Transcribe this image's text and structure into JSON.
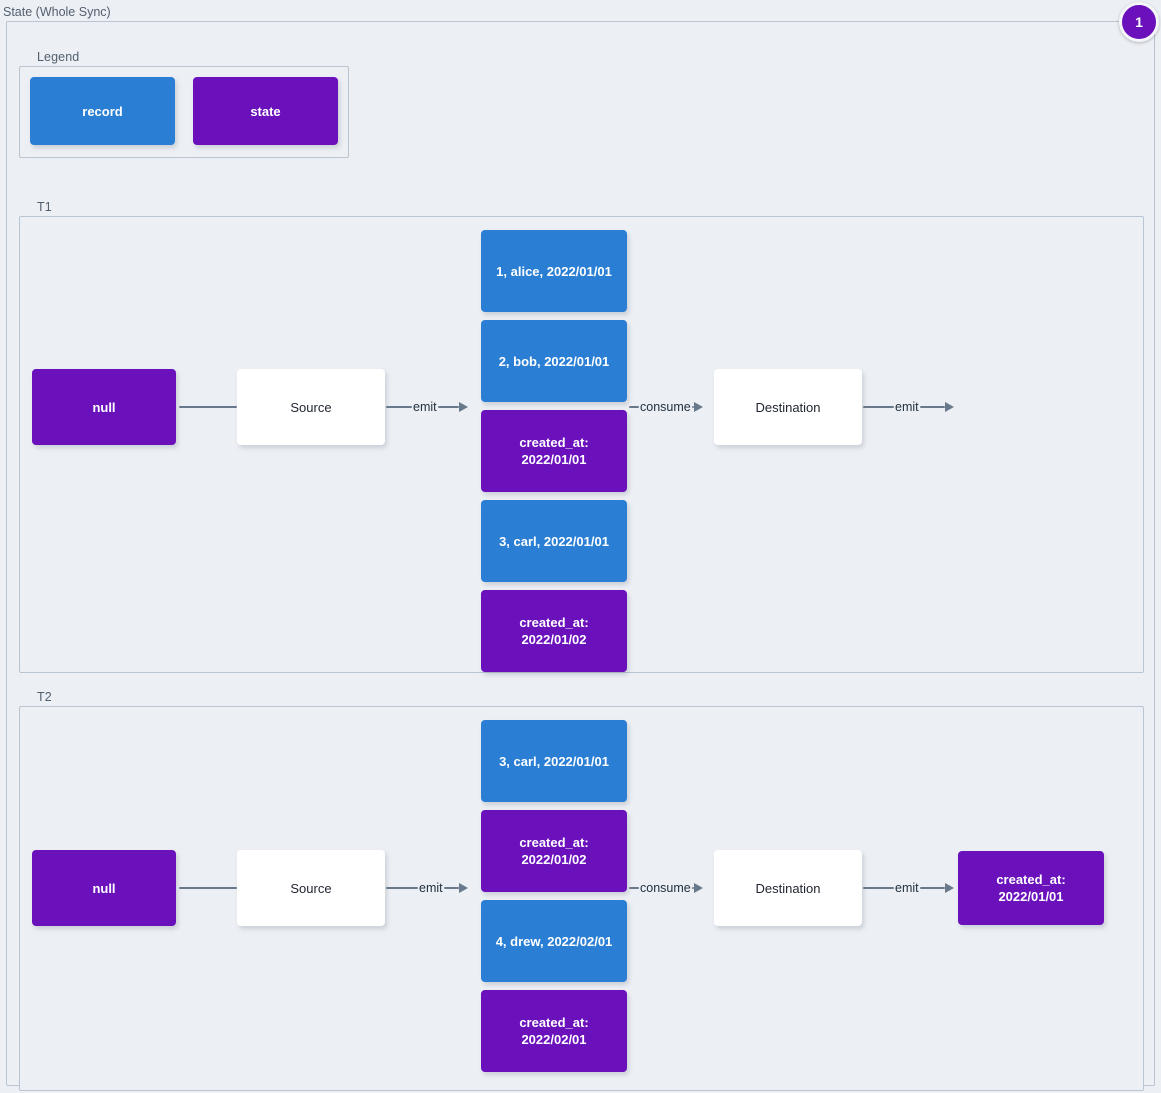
{
  "diagram": {
    "title": "State (Whole Sync)",
    "badge": "1"
  },
  "legend": {
    "title": "Legend",
    "items": [
      {
        "label": "record",
        "kind": "record",
        "color": "#2a7fd4"
      },
      {
        "label": "state",
        "kind": "state",
        "color": "#6a11bc"
      }
    ]
  },
  "edges": {
    "emit": "emit",
    "consume": "consume"
  },
  "nodes": {
    "source": "Source",
    "destination": "Destination",
    "null_state": "null"
  },
  "sections": [
    {
      "label": "T1",
      "initial_state": "null",
      "source": "Source",
      "destination": "Destination",
      "emit_from_source": "emit",
      "consume_label": "consume",
      "emit_from_destination": "emit",
      "stream": [
        {
          "kind": "record",
          "text": "1, alice, 2022/01/01"
        },
        {
          "kind": "record",
          "text": "2, bob, 2022/01/01"
        },
        {
          "kind": "state",
          "line1": "created_at:",
          "line2": "2022/01/01"
        },
        {
          "kind": "record",
          "text": "3, carl, 2022/01/01"
        },
        {
          "kind": "state",
          "line1": "created_at:",
          "line2": "2022/01/02"
        }
      ],
      "final_state": null
    },
    {
      "label": "T2",
      "initial_state": "null",
      "source": "Source",
      "destination": "Destination",
      "emit_from_source": "emit",
      "consume_label": "consume",
      "emit_from_destination": "emit",
      "stream": [
        {
          "kind": "record",
          "text": "3, carl, 2022/01/01"
        },
        {
          "kind": "state",
          "line1": "created_at:",
          "line2": "2022/01/02"
        },
        {
          "kind": "record",
          "text": "4, drew, 2022/02/01"
        },
        {
          "kind": "state",
          "line1": "created_at:",
          "line2": "2022/02/01"
        }
      ],
      "final_state": {
        "line1": "created_at:",
        "line2": "2022/01/01"
      }
    }
  ]
}
